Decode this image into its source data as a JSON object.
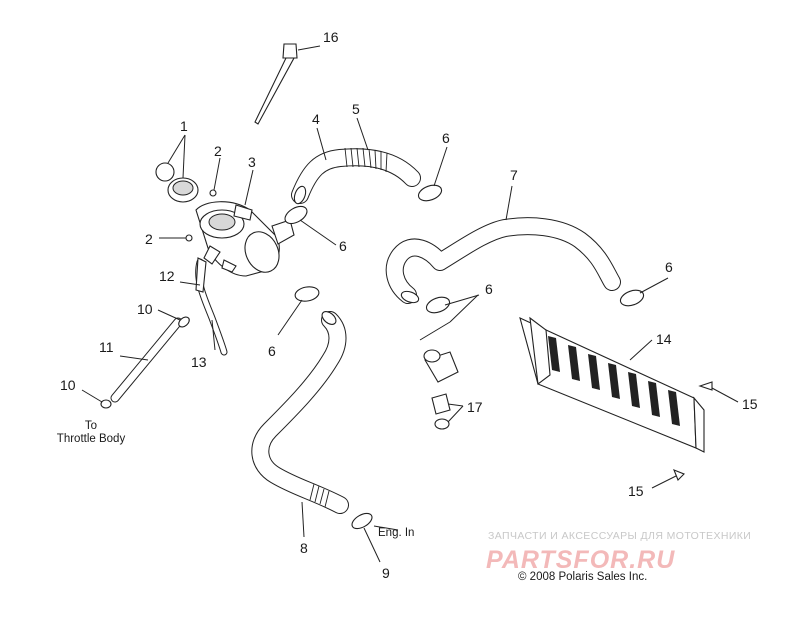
{
  "callouts": [
    "1",
    "2",
    "2",
    "3",
    "4",
    "5",
    "6",
    "6",
    "6",
    "6",
    "6",
    "7",
    "8",
    "9",
    "10",
    "10",
    "11",
    "12",
    "13",
    "14",
    "15",
    "15",
    "16",
    "17"
  ],
  "notes": {
    "throttle_line1": "To",
    "throttle_line2": "Throttle Body",
    "engine_in": "Eng. In"
  },
  "copyright": "© 2008 Polaris Sales Inc.",
  "watermark": {
    "top": "ЗАПЧАСТИ И АКСЕССУАРЫ ДЛЯ МОТОТЕХНИКИ",
    "main": "PARTSFOR.RU"
  },
  "colors": {
    "line": "#222222",
    "watermark_main": "#f3b9b9",
    "watermark_top": "#c8c8c8"
  }
}
